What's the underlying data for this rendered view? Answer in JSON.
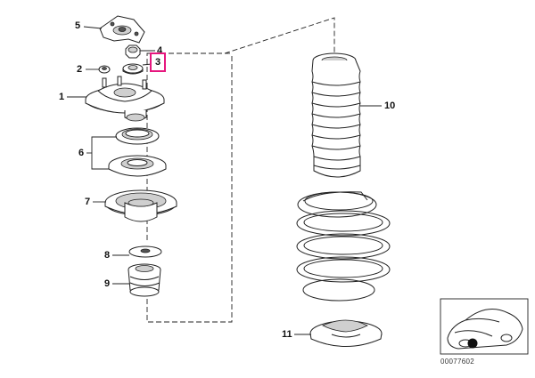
{
  "diagram": {
    "part_labels": [
      {
        "id": "p5",
        "text": "5"
      },
      {
        "id": "p4",
        "text": "4"
      },
      {
        "id": "p3",
        "text": "3",
        "selected": true
      },
      {
        "id": "p2",
        "text": "2"
      },
      {
        "id": "p1",
        "text": "1"
      },
      {
        "id": "p6",
        "text": "6"
      },
      {
        "id": "p7",
        "text": "7"
      },
      {
        "id": "p8",
        "text": "8"
      },
      {
        "id": "p9",
        "text": "9"
      },
      {
        "id": "p10",
        "text": "10"
      },
      {
        "id": "p11",
        "text": "11"
      }
    ],
    "image_number": "00077602",
    "highlight_color": "#e6177e"
  }
}
